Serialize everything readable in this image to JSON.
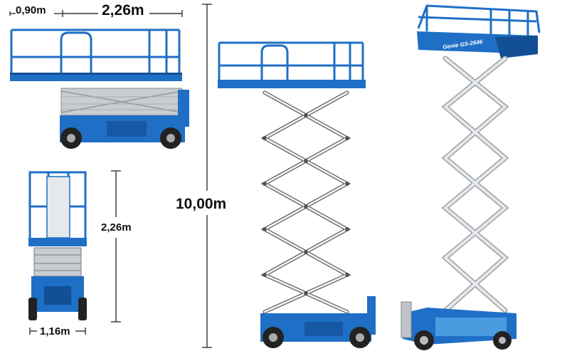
{
  "dimensions": {
    "platform_depth": "0,90m",
    "platform_length": "2,26m",
    "lowered_height": "2,26m",
    "overall_width": "1,16m",
    "working_height": "10,00m"
  },
  "machine": {
    "brand_model": "Genie GS-2646"
  },
  "colors": {
    "machine_blue": "#1f6fc6",
    "machine_dark_blue": "#124f94",
    "scissor_grey": "#c9cdd2",
    "tire_black": "#222222",
    "dimension_line": "#333333"
  }
}
